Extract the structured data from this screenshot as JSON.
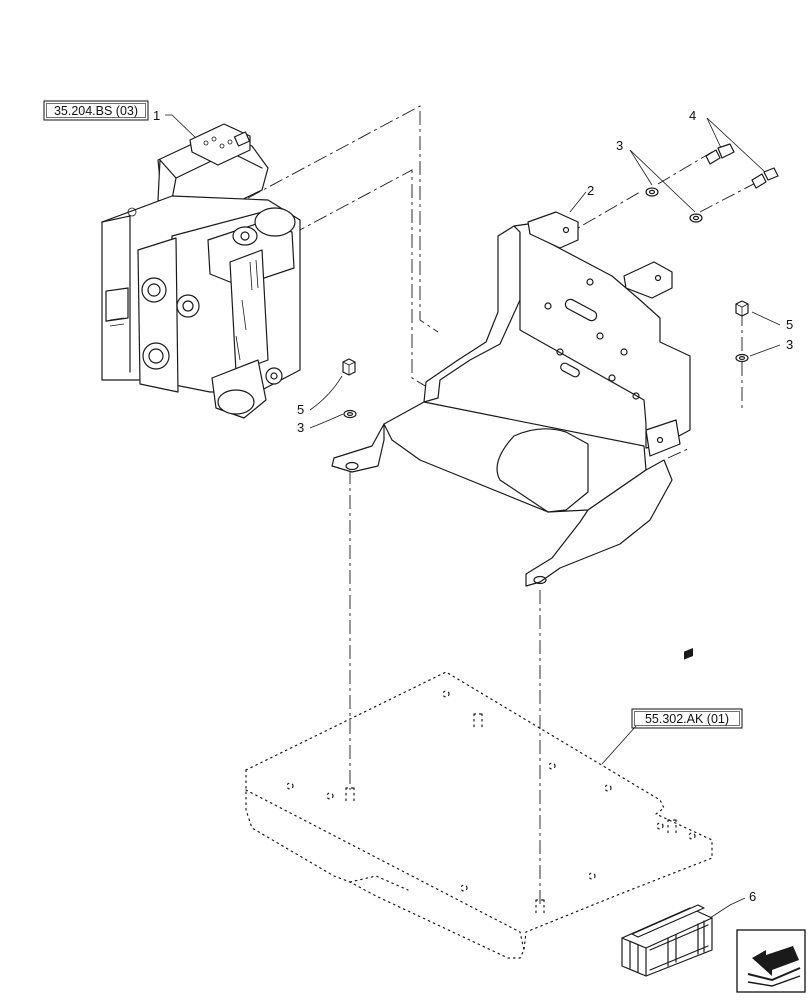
{
  "references": {
    "ref_top": "35.204.BS (03)",
    "ref_plate": "55.302.AK (01)"
  },
  "callouts": {
    "c1": "1",
    "c2": "2",
    "c3_top": "3",
    "c4": "4",
    "c5_right": "5",
    "c3_right": "3",
    "c5_left": "5",
    "c3_left": "3",
    "c6": "6"
  },
  "icons": {
    "navigation": "arrow-icon",
    "kit": "kit-box-icon"
  }
}
